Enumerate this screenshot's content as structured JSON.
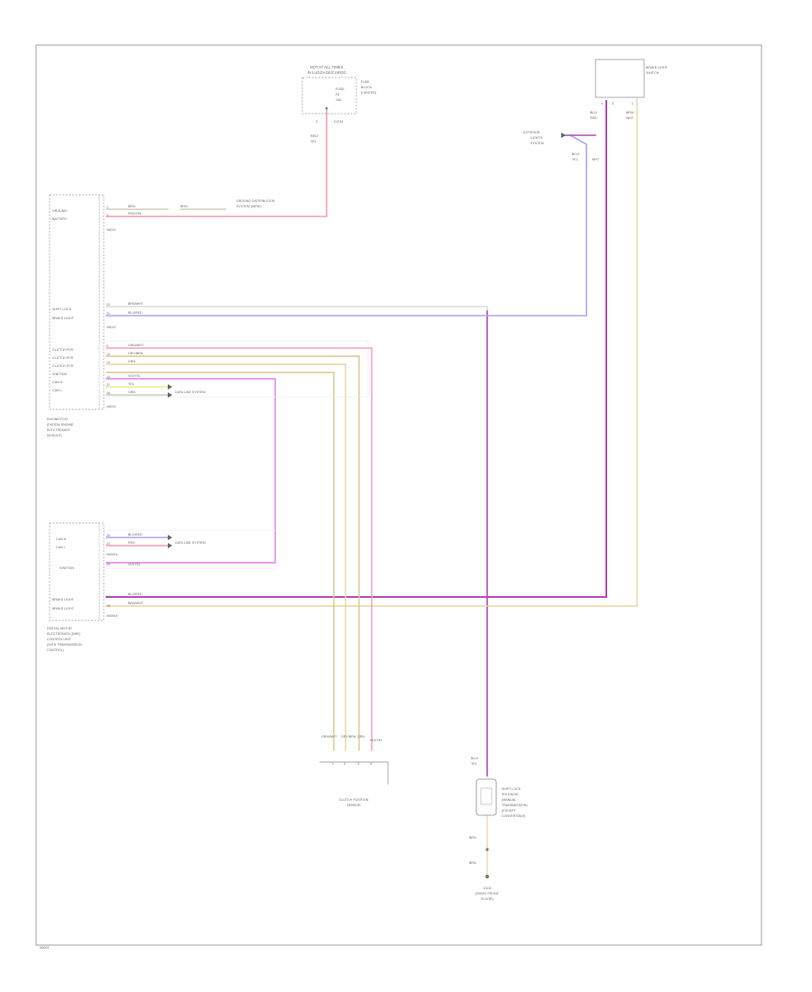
{
  "page_id": "N0001",
  "colors": {
    "frame": "#b0b0b0",
    "pink": "#f2a0b4",
    "purple": "#b24fb8",
    "magenta": "#e080e4",
    "blue": "#a8a8f4",
    "tan": "#e6d6a6",
    "tan_dark": "#d8c890",
    "yellow": "#f2ec80",
    "black": "#555555",
    "grey_light": "#dddddd"
  },
  "components": {
    "top_fuse": {
      "title": [
        "HOT AT ALL TIMES",
        "IN LUGGAGE/CARGO"
      ],
      "fuse": [
        "FUSE",
        "F8",
        "15A"
      ],
      "side_label": [
        "FUSE",
        "BLOCK",
        "(CENTER)"
      ],
      "pin": "2",
      "conn": "X1234",
      "wire": [
        "RED/",
        "YEL"
      ]
    },
    "brake_light_switch": {
      "title": [
        "BRAKE LIGHT",
        "SWITCH"
      ],
      "pins": [
        "4",
        "3",
        "1"
      ],
      "wire_left": [
        "BLU/",
        "RED"
      ],
      "wire_right": [
        "BRN/",
        "WHT"
      ]
    },
    "ext_light_ref": {
      "label": [
        "EXTERIOR",
        "LIGHTS",
        "SYSTEM"
      ],
      "wire": [
        "BLU/",
        "YEL",
        "WHT"
      ]
    },
    "ecm": {
      "caption": [
        "ENGINE/TCM",
        "(DIGITAL ENGINE",
        "ELECTRONICS",
        "MODULE)"
      ],
      "conn_a": "X6011",
      "conn_b": "X6012",
      "conn_c": "X6013",
      "pins": [
        {
          "name": "GROUND",
          "pin": "1",
          "wire": "BRN",
          "wire2": "BRN",
          "dest": [
            "GROUND DISTRIBUTION",
            "SYSTEM (WIRE)"
          ]
        },
        {
          "name": "BATTERY",
          "pin": "3",
          "wire": "RED/YEL",
          "wire2": "",
          "dest": []
        },
        {
          "name": "SHIFT LOCK",
          "pin": "22",
          "wire": "BRN/WHT",
          "wire2": "",
          "dest": []
        },
        {
          "name": "BRAKE LIGHT",
          "pin": "21",
          "wire": "BLU/RED",
          "wire2": "",
          "dest": []
        },
        {
          "name": "CLUTCH POS",
          "pin": "9",
          "wire": "GRN/WHT",
          "wire2": "",
          "dest": []
        },
        {
          "name": "CLUTCH POS",
          "pin": "10",
          "wire": "GRY/BRN",
          "wire2": "",
          "dest": []
        },
        {
          "name": "CLUTCH POS",
          "pin": "12",
          "wire": "GRN",
          "wire2": "",
          "dest": []
        },
        {
          "name": "IGNITION",
          "pin": "14",
          "wire": "VIO/YEL",
          "wire2": "",
          "dest": []
        },
        {
          "name": "CAN H",
          "pin": "37",
          "wire": "YEL",
          "wire2": "",
          "dest": [
            "DATA LINE SYSTEM"
          ]
        },
        {
          "name": "CAN L",
          "pin": "36",
          "wire": "GRN",
          "wire2": "",
          "dest": []
        }
      ]
    },
    "dsc": {
      "caption": [
        "DIGITAL MOTOR",
        "ELECTRONICS (DME)",
        "CONTROL UNIT",
        "(WITH TRANSMISSION",
        "CONTROL)"
      ],
      "conn_a": "X60001",
      "conn_b": "X60004",
      "pins": [
        {
          "name": "CAN H",
          "pin": "20",
          "wire": "BLU/RED",
          "dest": [
            "DATA LINE SYSTEM"
          ]
        },
        {
          "name": "CAN L",
          "pin": "21",
          "wire": "RED",
          "dest": []
        },
        {
          "name": "IGNITION",
          "pin": "30",
          "wire": "VIO/YEL",
          "dest": []
        },
        {
          "name": "BRAKE LIGHT",
          "pin": "17",
          "wire": "BLU/RED",
          "dest": []
        },
        {
          "name": "BRAKE LIGHT",
          "pin": "18",
          "wire": "BRN/WHT",
          "dest": []
        }
      ]
    },
    "clutch_sensor": {
      "label": [
        "CLUTCH POSITION",
        "SENSOR"
      ],
      "wires": [
        "GRN/WHT",
        "GRY/BRN",
        "GRN",
        "VIO/YEL"
      ],
      "pins": [
        "1",
        "2",
        "3",
        "4"
      ]
    },
    "shift_lock": {
      "label": [
        "SHIFT LOCK",
        "SOLENOID",
        "(MANUAL",
        "TRANSMISSION)",
        "(EXCEPT",
        "CONVERTIBLE)"
      ],
      "wire_top": [
        "BLU/",
        "YEL"
      ],
      "wire_mid": "BRN",
      "wire_bot": "BRN",
      "ground": [
        "G104",
        "(RIGHT FRONT",
        "FLOOR)"
      ]
    }
  }
}
